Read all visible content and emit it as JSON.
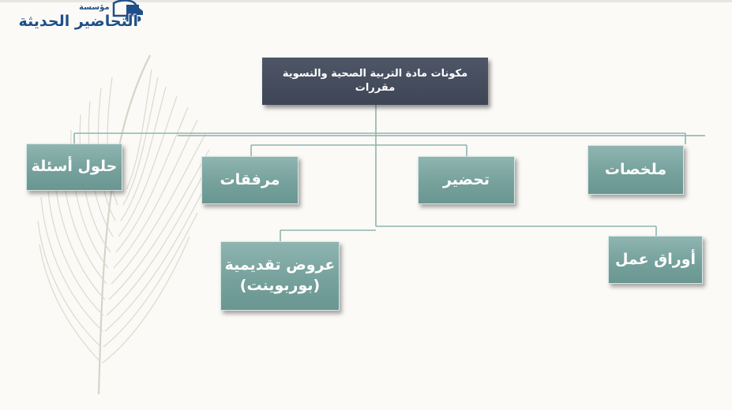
{
  "logo": {
    "main_text": "التحاضير الحديثة",
    "small_text": "مؤسسة"
  },
  "diagram": {
    "root": "مكونات مادة التربية الصحية والنسوية مقررات",
    "level1": [
      "ملخصات",
      "تحضير",
      "مرفقات",
      "حلول أسئلة"
    ],
    "level2": [
      "أوراق عمل",
      "عروض تقديمية (بوربوينت)"
    ]
  },
  "colors": {
    "root_fill": "#434b5b",
    "node_fill": "#7ba6a1",
    "connector": "#8fb5b1",
    "background": "#fbfaf6"
  }
}
